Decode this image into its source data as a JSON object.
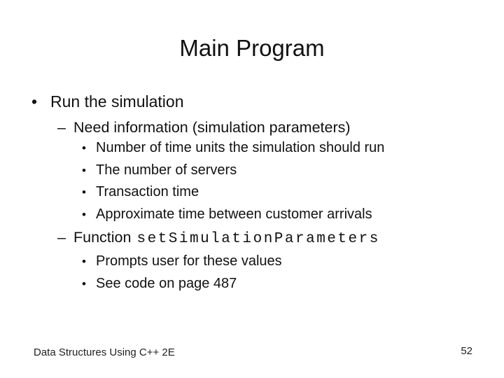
{
  "slide": {
    "title": "Main Program",
    "markers": {
      "bullet": "•",
      "dash": "–"
    },
    "bullets": {
      "level1": "Run the simulation",
      "need_info": "Need information (simulation parameters)",
      "params": [
        "Number of time units the simulation should run",
        "The number of servers",
        "Transaction time",
        "Approximate time between customer arrivals"
      ],
      "function_label": "Function",
      "function_code": "setSimulationParameters",
      "function_notes": [
        "Prompts user for these values",
        "See code on page 487"
      ]
    },
    "footer": {
      "left": "Data Structures Using C++ 2E",
      "page": "52"
    }
  }
}
